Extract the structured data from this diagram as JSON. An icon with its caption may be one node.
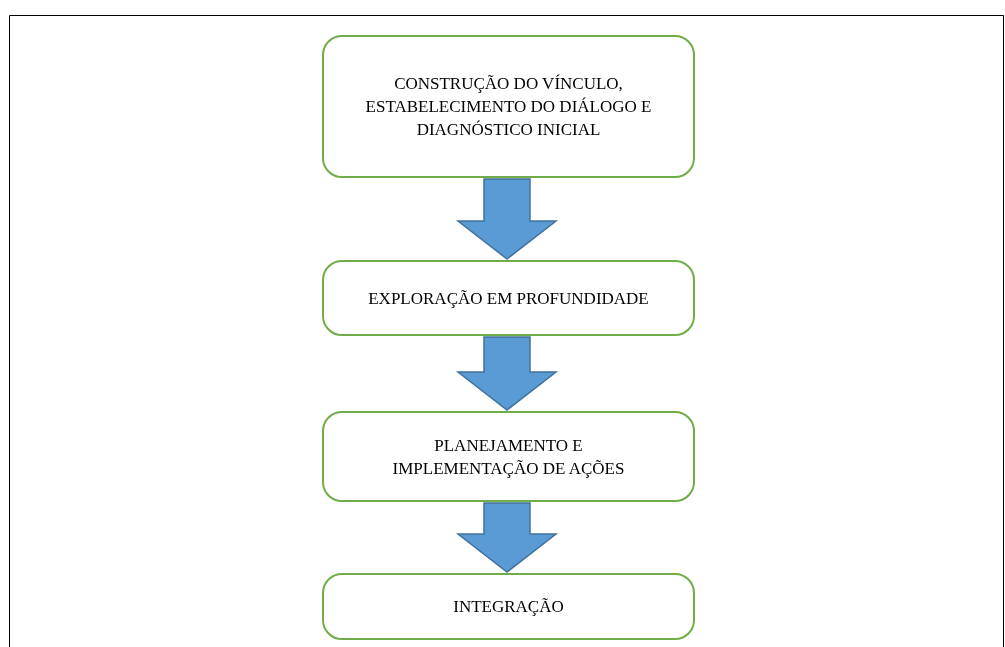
{
  "diagram": {
    "nodes": [
      {
        "text": [
          "CONSTRUÇÃO DO VÍNCULO, ESTABELECIMENTO DO DIÁLOGO E DIAGNÓSTICO INICIAL"
        ]
      },
      {
        "text": [
          "EXPLORAÇÃO EM PROFUNDIDADE"
        ]
      },
      {
        "text": [
          "PLANEJAMENTO E IMPLEMENTAÇÃO DE AÇÕES"
        ]
      },
      {
        "text": [
          "INTEGRAÇÃO"
        ]
      }
    ],
    "edges": [
      {
        "from": 0,
        "to": 1,
        "arrow": "to"
      },
      {
        "from": 1,
        "to": 2,
        "arrow": "to"
      },
      {
        "from": 2,
        "to": 3,
        "arrow": "to"
      }
    ]
  }
}
